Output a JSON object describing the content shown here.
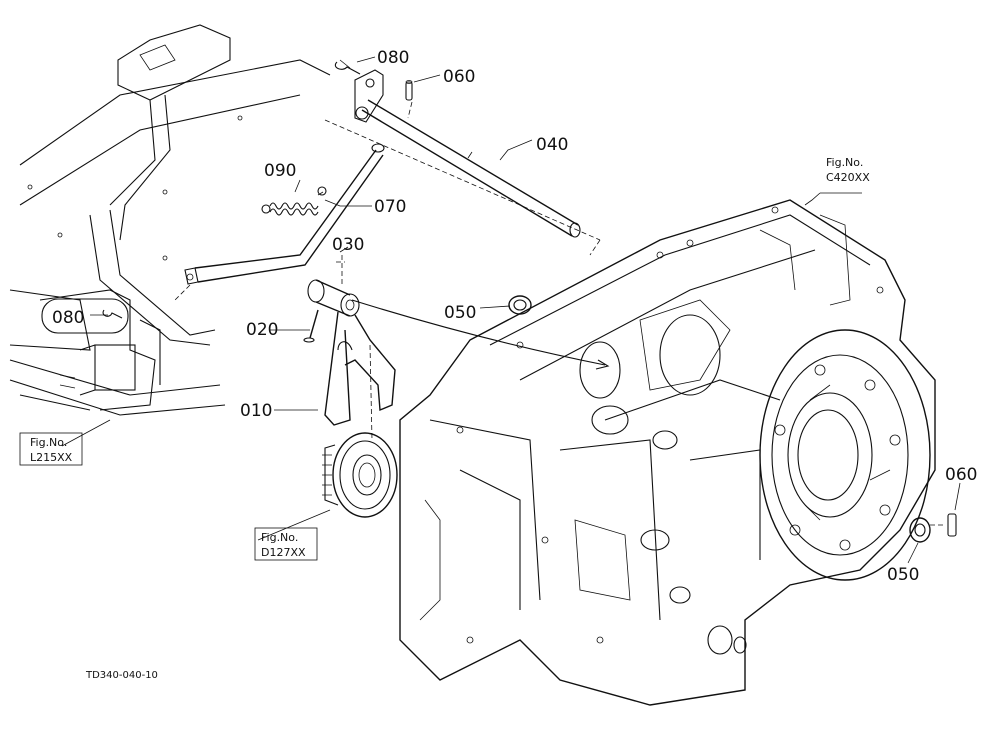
{
  "callouts": {
    "p010": "010",
    "p020": "020",
    "p030": "030",
    "p040": "040",
    "p050a": "050",
    "p050b": "050",
    "p060a": "060",
    "p060b": "060",
    "p070": "070",
    "p080a": "080",
    "p080b": "080",
    "p090": "090"
  },
  "figure_refs": {
    "c420": {
      "line1": "Fig.No.",
      "line2": "C420XX"
    },
    "l215": {
      "line1": "Fig.No.",
      "line2": "L215XX"
    },
    "d127": {
      "line1": "Fig.No.",
      "line2": "D127XX"
    }
  },
  "drawing_code": "TD340-040-10"
}
